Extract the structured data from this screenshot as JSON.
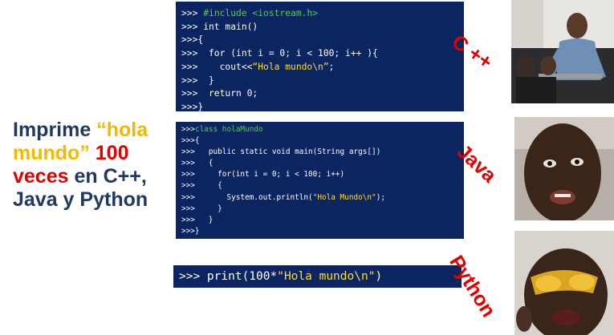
{
  "title": {
    "part1": "Imprime ",
    "part2": "“hola mundo”",
    "part3": " 100 veces",
    "part4": " en C++, Java y Python"
  },
  "cpp_code": {
    "lines": [
      [
        {
          "t": ">>> ",
          "c": "prompt"
        },
        {
          "t": "#include <iostream.h>",
          "c": "kw-green"
        }
      ],
      [
        {
          "t": ">>> int main()",
          "c": "prompt"
        }
      ],
      [
        {
          "t": ">>>{",
          "c": "prompt"
        }
      ],
      [
        {
          "t": ">>>  for (int i = 0; i < 100; i++ ){",
          "c": "prompt"
        }
      ],
      [
        {
          "t": ">>>    cout<<",
          "c": "prompt"
        },
        {
          "t": "“Hola mundo\\n”",
          "c": "str-yellow"
        },
        {
          "t": ";",
          "c": "prompt"
        }
      ],
      [
        {
          "t": ">>>  }",
          "c": "prompt"
        }
      ],
      [
        {
          "t": ">>>  return 0;",
          "c": "prompt"
        }
      ],
      [
        {
          "t": ">>>}",
          "c": "prompt"
        }
      ]
    ]
  },
  "java_code": {
    "lines": [
      [
        {
          "t": ">>>",
          "c": "prompt"
        },
        {
          "t": "class holaMundo",
          "c": "kw-green"
        }
      ],
      [
        {
          "t": ">>>{",
          "c": "prompt"
        }
      ],
      [
        {
          "t": ">>>   public static void main(String args[])",
          "c": "prompt"
        }
      ],
      [
        {
          "t": ">>>   {",
          "c": "prompt"
        }
      ],
      [
        {
          "t": ">>>     for(int i = 0; i < 100; i++)",
          "c": "prompt"
        }
      ],
      [
        {
          "t": ">>>     {",
          "c": "prompt"
        }
      ],
      [
        {
          "t": ">>>       System.out.println(",
          "c": "prompt"
        },
        {
          "t": "\"Hola Mundo\\n\"",
          "c": "str-yellow"
        },
        {
          "t": ");",
          "c": "prompt"
        }
      ],
      [
        {
          "t": ">>>     }",
          "c": "prompt"
        }
      ],
      [
        {
          "t": ">>>   }",
          "c": "prompt"
        }
      ],
      [
        {
          "t": ">>>}",
          "c": "prompt"
        }
      ]
    ]
  },
  "python_code": {
    "lines": [
      [
        {
          "t": ">>> print(100*",
          "c": "prompt"
        },
        {
          "t": "\"Hola mundo\\n\"",
          "c": "str-yellow"
        },
        {
          "t": ")",
          "c": "prompt"
        }
      ]
    ]
  },
  "labels": {
    "cpp": "C ++",
    "java": "Java",
    "python": "Python"
  },
  "colors": {
    "code_background": "#0b2561",
    "title_navy": "#1f3864",
    "title_yellow": "#f5b800",
    "accent_red": "#e00000",
    "code_green": "#57c957",
    "code_yellow": "#ffdd33"
  }
}
